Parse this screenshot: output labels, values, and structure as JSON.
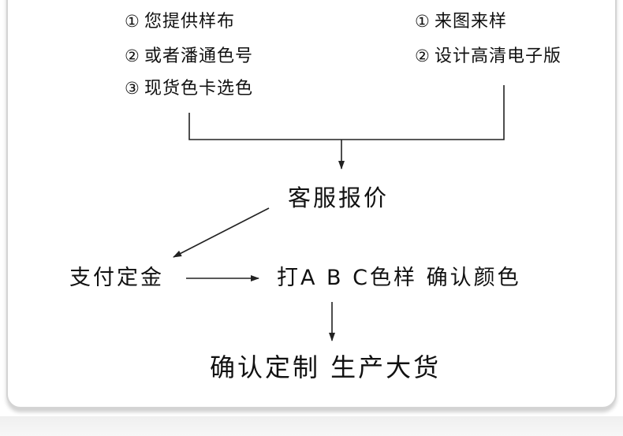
{
  "left_options": [
    {
      "num": "①",
      "text": "您提供样布"
    },
    {
      "num": "②",
      "text": "或者潘通色号"
    },
    {
      "num": "③",
      "text": "现货色卡选色"
    }
  ],
  "right_options": [
    {
      "num": "①",
      "text": "来图来样"
    },
    {
      "num": "②",
      "text": "设计高清电子版"
    }
  ],
  "steps": {
    "quote": "客服报价",
    "deposit": "支付定金",
    "sample": "打A B C色样 确认颜色",
    "final": "确认定制 生产大货"
  }
}
